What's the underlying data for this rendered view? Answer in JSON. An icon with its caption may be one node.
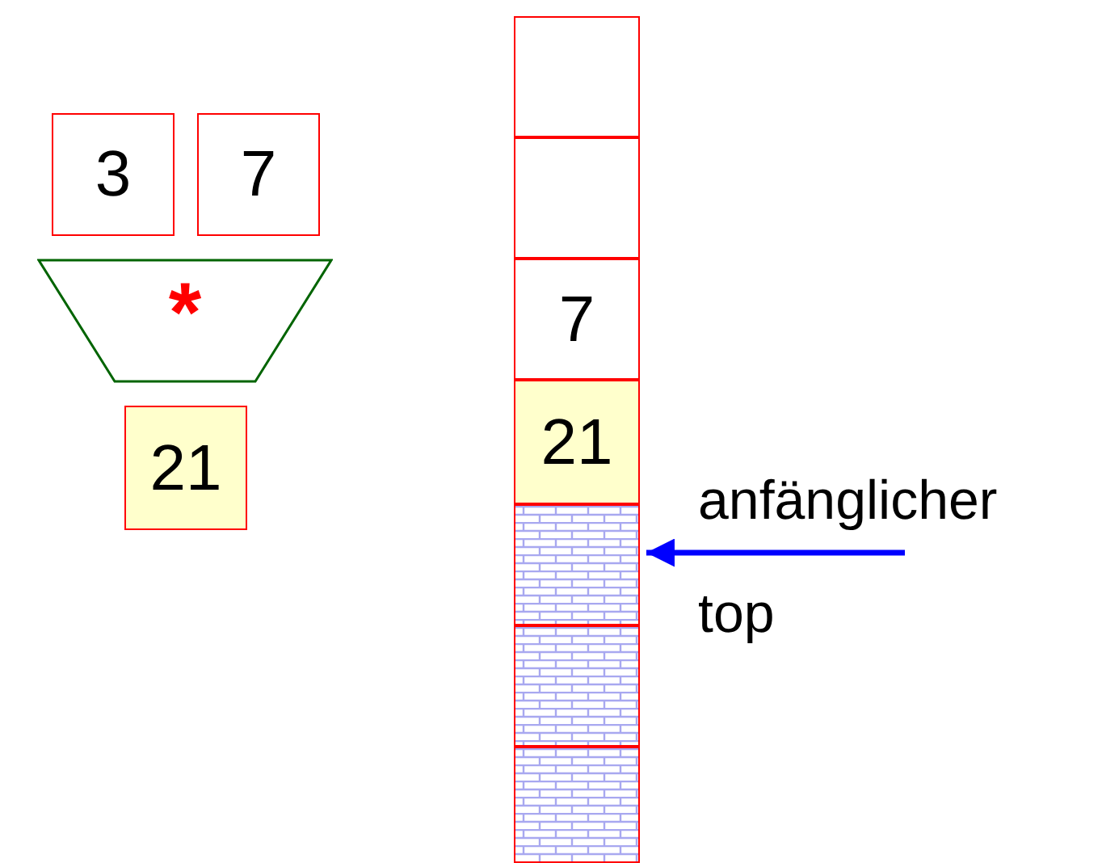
{
  "diagram": {
    "nodes": [
      {
        "text": [
          "3"
        ]
      },
      {
        "text": [
          "7"
        ]
      },
      {
        "text": [
          "*"
        ]
      },
      {
        "text": [
          "21"
        ]
      },
      {
        "text": [],
        "shape": "box"
      },
      {
        "text": [],
        "shape": "box"
      },
      {
        "text": [
          "7"
        ]
      },
      {
        "text": [
          "21"
        ]
      },
      {
        "text": [],
        "shape": "box"
      },
      {
        "text": [],
        "shape": "box"
      },
      {
        "text": [],
        "shape": "box"
      },
      {
        "text": [
          "anfänglicher",
          "top"
        ]
      }
    ],
    "edges": [
      {
        "from": 11,
        "to": 8,
        "arrow": "to",
        "color": "#0000ff"
      }
    ]
  }
}
